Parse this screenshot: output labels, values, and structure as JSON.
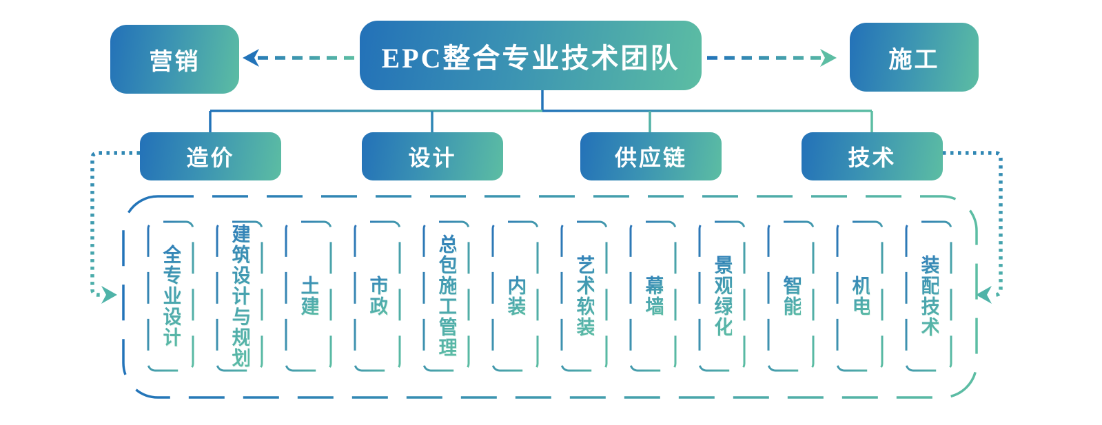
{
  "root": {
    "label": "EPC整合专业技术团队"
  },
  "side_nodes": {
    "left": {
      "label": "营销"
    },
    "right": {
      "label": "施工"
    }
  },
  "branches": [
    {
      "label": "造价"
    },
    {
      "label": "设计"
    },
    {
      "label": "供应链"
    },
    {
      "label": "技术"
    }
  ],
  "specialties": [
    {
      "label": "全专业设计"
    },
    {
      "label": "建筑设计与规划"
    },
    {
      "label": "土建"
    },
    {
      "label": "市政"
    },
    {
      "label": "总包施工管理"
    },
    {
      "label": "内装"
    },
    {
      "label": "艺术软装"
    },
    {
      "label": "幕墙"
    },
    {
      "label": "景观绿化"
    },
    {
      "label": "智能"
    },
    {
      "label": "机电"
    },
    {
      "label": "装配技术"
    }
  ],
  "colors": {
    "gradient_blue": "#2371b8",
    "gradient_green": "#5cbda3",
    "node_text": "#ffffff"
  }
}
